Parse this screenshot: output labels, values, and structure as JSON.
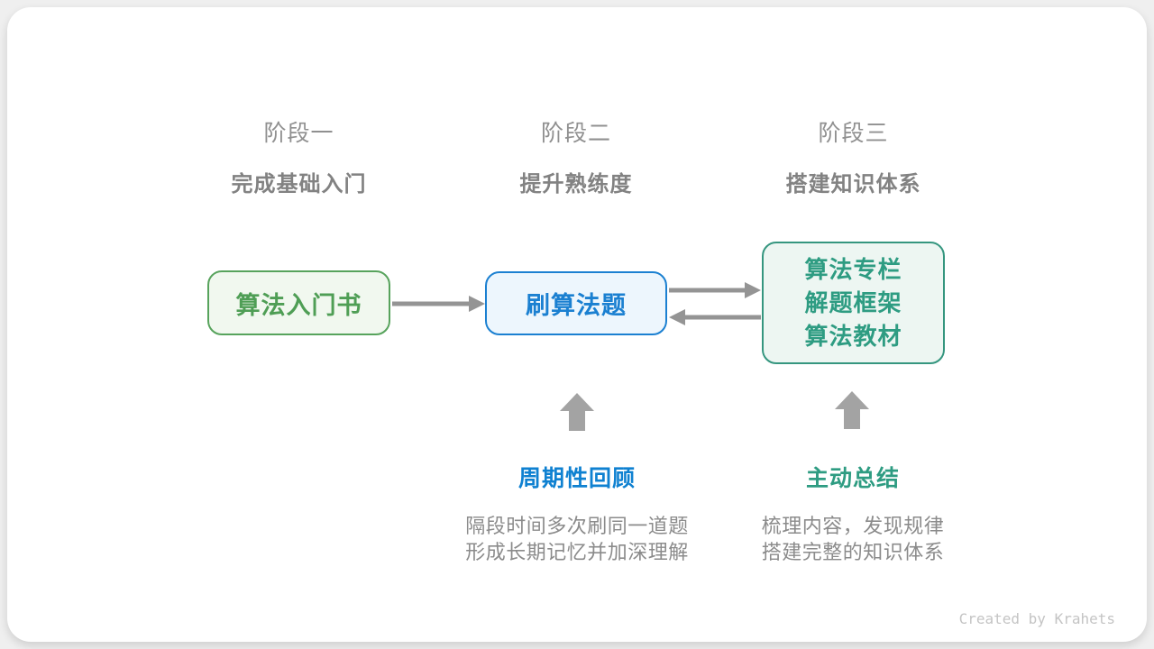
{
  "page": {
    "background_color": "#efefef",
    "card_color": "#ffffff"
  },
  "stages": [
    {
      "label": "阶段一",
      "title": "完成基础入门"
    },
    {
      "label": "阶段二",
      "title": "提升熟练度"
    },
    {
      "label": "阶段三",
      "title": "搭建知识体系"
    }
  ],
  "nodes": [
    {
      "id": "intro-book",
      "lines": [
        "算法入门书"
      ],
      "text_color": "#4f9e55",
      "border_color": "#57a35c",
      "fill_color": "#f1f8ef"
    },
    {
      "id": "practice-problems",
      "lines": [
        "刷算法题"
      ],
      "text_color": "#1b80d1",
      "border_color": "#1b80d1",
      "fill_color": "#edf6fd"
    },
    {
      "id": "knowledge-resources",
      "lines": [
        "算法专栏",
        "解题框架",
        "算法教材"
      ],
      "text_color": "#2e9c82",
      "border_color": "#35967f",
      "fill_color": "#edf6f2"
    }
  ],
  "annotations": [
    {
      "title": "周期性回顾",
      "title_color": "#0f81d1",
      "lines": [
        "隔段时间多次刷同一道题",
        "形成长期记忆并加深理解"
      ]
    },
    {
      "title": "主动总结",
      "title_color": "#2e9c82",
      "lines": [
        "梳理内容，发现规律",
        "搭建完整的知识体系"
      ]
    }
  ],
  "arrows": {
    "flow_color": "#949494",
    "up_color": "#a3a3a3"
  },
  "footer": {
    "credit": "Created by Krahets"
  }
}
